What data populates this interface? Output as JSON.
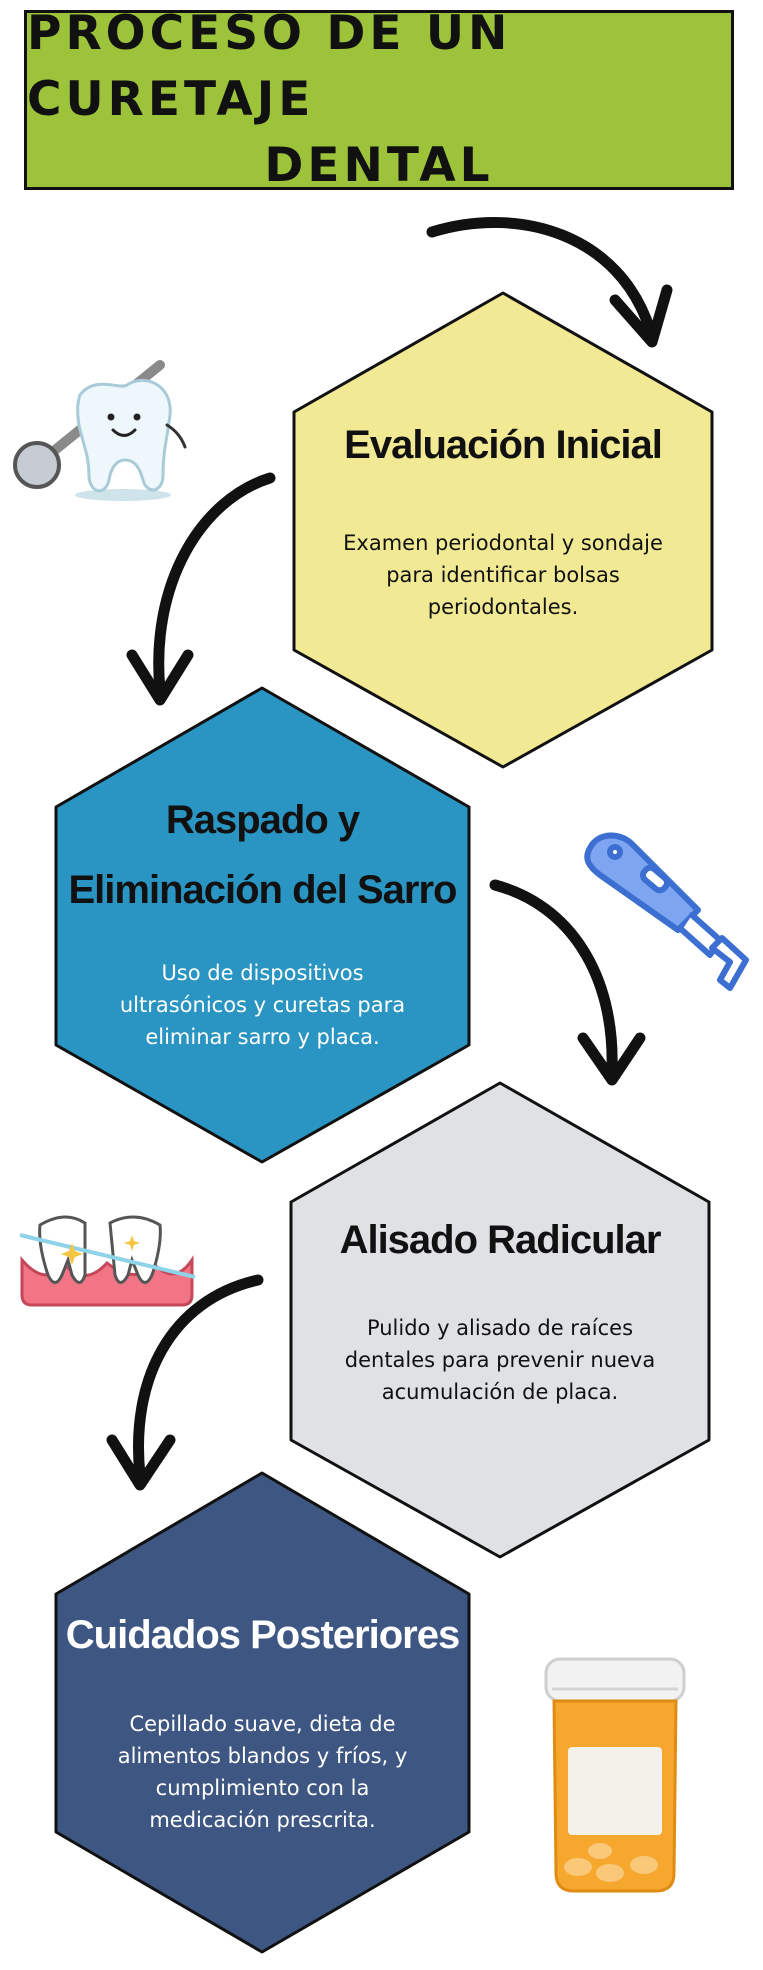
{
  "title": {
    "line1": "PROCESO DE UN CURETAJE",
    "line2": "DENTAL"
  },
  "steps": [
    {
      "title_lines": [
        "Evaluación Inicial"
      ],
      "description_lines": [
        "Examen periodontal y sondaje",
        "para identificar bolsas",
        "periodontales."
      ],
      "color": "#f2e994"
    },
    {
      "title_lines": [
        "Raspado y",
        "Eliminación del Sarro"
      ],
      "description_lines": [
        "Uso de dispositivos",
        "ultrasónicos y curetas para",
        "eliminar sarro y placa."
      ],
      "color": "#2a95c2"
    },
    {
      "title_lines": [
        "Alisado Radicular"
      ],
      "description_lines": [
        "Pulido y alisado de raíces",
        "dentales para prevenir nueva",
        "acumulación de placa."
      ],
      "color": "#dfe1e5"
    },
    {
      "title_lines": [
        "Cuidados Posteriores"
      ],
      "description_lines": [
        "Cepillado suave, dieta de",
        "alimentos blandos y fríos, y",
        "cumplimiento con la",
        "medicación prescrita."
      ],
      "color": "#3e5682"
    }
  ],
  "colors": {
    "banner": "#9cc33a",
    "outline": "#111111",
    "text_dark": "#111111",
    "text_light": "#ffffff"
  },
  "icons": [
    "tooth-mirror-icon",
    "dental-scaler-icon",
    "flossing-teeth-icon",
    "pill-bottle-icon"
  ]
}
